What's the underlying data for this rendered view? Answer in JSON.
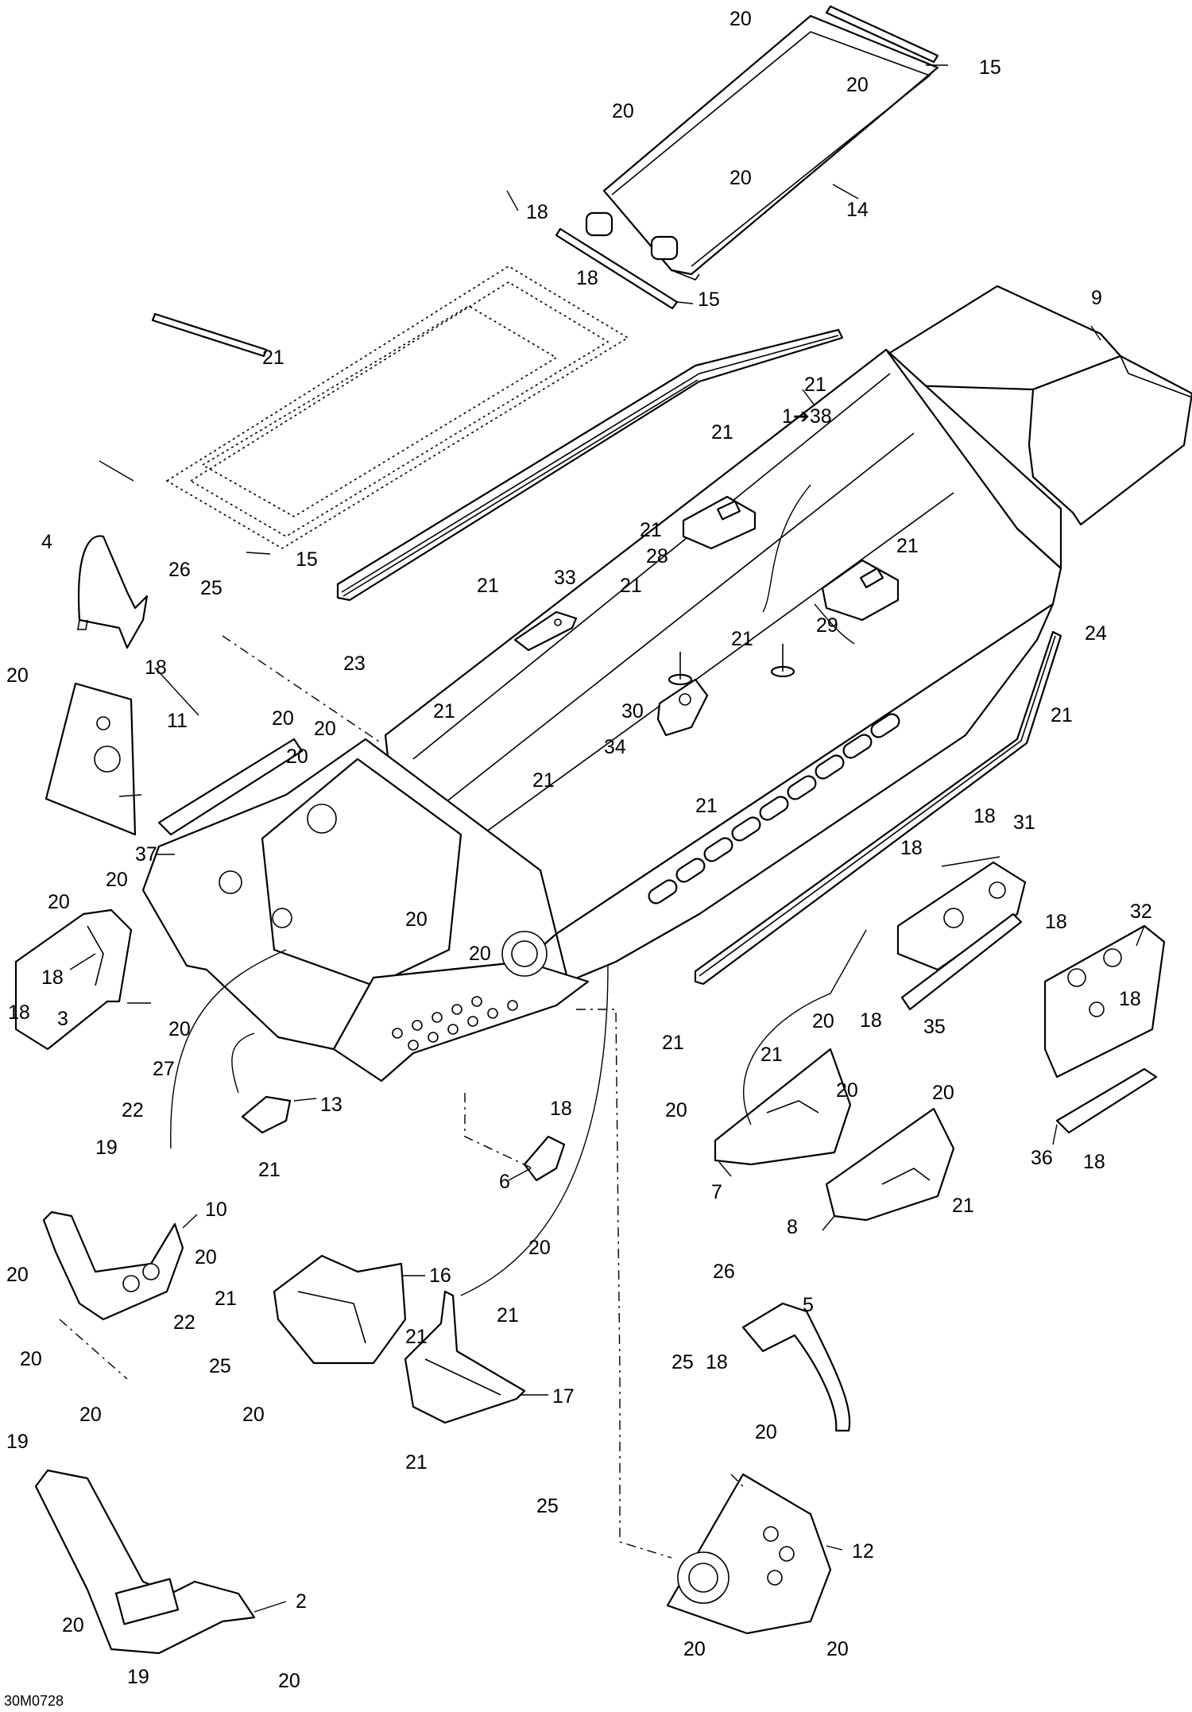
{
  "diagram_code": "30M0728",
  "callouts": [
    {
      "text": "20"
    },
    {
      "text": "15"
    },
    {
      "text": "20"
    },
    {
      "text": "20"
    },
    {
      "text": "20"
    },
    {
      "text": "14"
    },
    {
      "text": "18"
    },
    {
      "text": "18"
    },
    {
      "text": "15"
    },
    {
      "text": "9"
    },
    {
      "text": "21"
    },
    {
      "text": "21"
    },
    {
      "text": "1➔38"
    },
    {
      "text": "21"
    },
    {
      "text": "21"
    },
    {
      "text": "21"
    },
    {
      "text": "28"
    },
    {
      "text": "21"
    },
    {
      "text": "15"
    },
    {
      "text": "4"
    },
    {
      "text": "26"
    },
    {
      "text": "25"
    },
    {
      "text": "21"
    },
    {
      "text": "33"
    },
    {
      "text": "29"
    },
    {
      "text": "21"
    },
    {
      "text": "24"
    },
    {
      "text": "18"
    },
    {
      "text": "23"
    },
    {
      "text": "30"
    },
    {
      "text": "20"
    },
    {
      "text": "11"
    },
    {
      "text": "21"
    },
    {
      "text": "34"
    },
    {
      "text": "21"
    },
    {
      "text": "20"
    },
    {
      "text": "20"
    },
    {
      "text": "20"
    },
    {
      "text": "21"
    },
    {
      "text": "21"
    },
    {
      "text": "37"
    },
    {
      "text": "18"
    },
    {
      "text": "31"
    },
    {
      "text": "20"
    },
    {
      "text": "18"
    },
    {
      "text": "20"
    },
    {
      "text": "20"
    },
    {
      "text": "32"
    },
    {
      "text": "18"
    },
    {
      "text": "18"
    },
    {
      "text": "20"
    },
    {
      "text": "18"
    },
    {
      "text": "3"
    },
    {
      "text": "18"
    },
    {
      "text": "35"
    },
    {
      "text": "20"
    },
    {
      "text": "18"
    },
    {
      "text": "20"
    },
    {
      "text": "21"
    },
    {
      "text": "27"
    },
    {
      "text": "21"
    },
    {
      "text": "22"
    },
    {
      "text": "18"
    },
    {
      "text": "20"
    },
    {
      "text": "20"
    },
    {
      "text": "19"
    },
    {
      "text": "13"
    },
    {
      "text": "20"
    },
    {
      "text": "21"
    },
    {
      "text": "36"
    },
    {
      "text": "18"
    },
    {
      "text": "6"
    },
    {
      "text": "7"
    },
    {
      "text": "21"
    },
    {
      "text": "10"
    },
    {
      "text": "8"
    },
    {
      "text": "20"
    },
    {
      "text": "20"
    },
    {
      "text": "20"
    },
    {
      "text": "22"
    },
    {
      "text": "21"
    },
    {
      "text": "16"
    },
    {
      "text": "26"
    },
    {
      "text": "21"
    },
    {
      "text": "20"
    },
    {
      "text": "5"
    },
    {
      "text": "21"
    },
    {
      "text": "25"
    },
    {
      "text": "25"
    },
    {
      "text": "18"
    },
    {
      "text": "20"
    },
    {
      "text": "17"
    },
    {
      "text": "20"
    },
    {
      "text": "21"
    },
    {
      "text": "25"
    },
    {
      "text": "20"
    },
    {
      "text": "19"
    },
    {
      "text": "12"
    },
    {
      "text": "2"
    },
    {
      "text": "20"
    },
    {
      "text": "20"
    },
    {
      "text": "20"
    },
    {
      "text": "19"
    },
    {
      "text": "20"
    }
  ]
}
